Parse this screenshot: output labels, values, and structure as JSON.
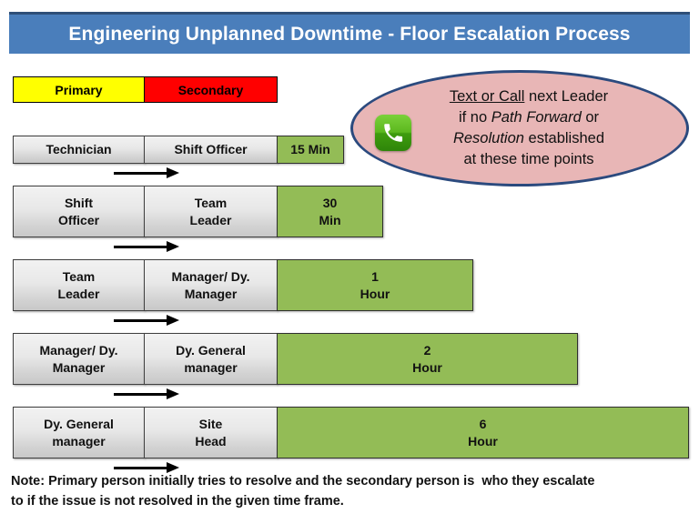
{
  "title": {
    "text": "Engineering Unplanned Downtime - Floor Escalation Process",
    "background": "#4A7EBB",
    "color": "#FFFFFF"
  },
  "legend": {
    "primary": {
      "label": "Primary",
      "color": "#FFFF00"
    },
    "secondary": {
      "label": "Secondary",
      "color": "#FF0000"
    }
  },
  "colors": {
    "person_cell": "#E8E8E8",
    "time_cell": "#93BC56",
    "callout_fill": "#E8B6B6",
    "callout_border": "#2B4A7E",
    "phone_icon": "#5CB81F"
  },
  "rows": [
    {
      "primary": "Technician",
      "secondary": "Shift Officer",
      "time": "15 Min",
      "time_value": 15,
      "time_unit": "Min"
    },
    {
      "primary_line1": "Shift",
      "primary_line2": "Officer",
      "secondary_line1": "Team",
      "secondary_line2": "Leader",
      "time_line1": "30",
      "time_line2": "Min",
      "time_value": 30,
      "time_unit": "Min"
    },
    {
      "primary_line1": "Team",
      "primary_line2": "Leader",
      "secondary_line1": "Manager/ Dy.",
      "secondary_line2": "Manager",
      "time_line1": "1",
      "time_line2": "Hour",
      "time_value": 1,
      "time_unit": "Hour"
    },
    {
      "primary_line1": "Manager/ Dy.",
      "primary_line2": "Manager",
      "secondary_line1": "Dy. General",
      "secondary_line2": "manager",
      "time_line1": "2",
      "time_line2": "Hour",
      "time_value": 2,
      "time_unit": "Hour"
    },
    {
      "primary_line1": "Dy. General",
      "primary_line2": "manager",
      "secondary_line1": "Site",
      "secondary_line2": "Head",
      "time_line1": "6",
      "time_line2": "Hour",
      "time_value": 6,
      "time_unit": "Hour"
    }
  ],
  "callout": {
    "line1_underlined": "Text or Call",
    "line1_rest": " next Leader",
    "line2_pre": "if no ",
    "line2_italic": "Path Forward",
    "line2_post": " or",
    "line3_italic": "Resolution",
    "line3_post": " established",
    "line4": "at these time points",
    "icon": "phone-icon"
  },
  "note": {
    "line1": "Note: Primary person initially tries to resolve and the secondary person is  who they escalate",
    "line2": "to if the issue is not resolved in the given time frame."
  }
}
